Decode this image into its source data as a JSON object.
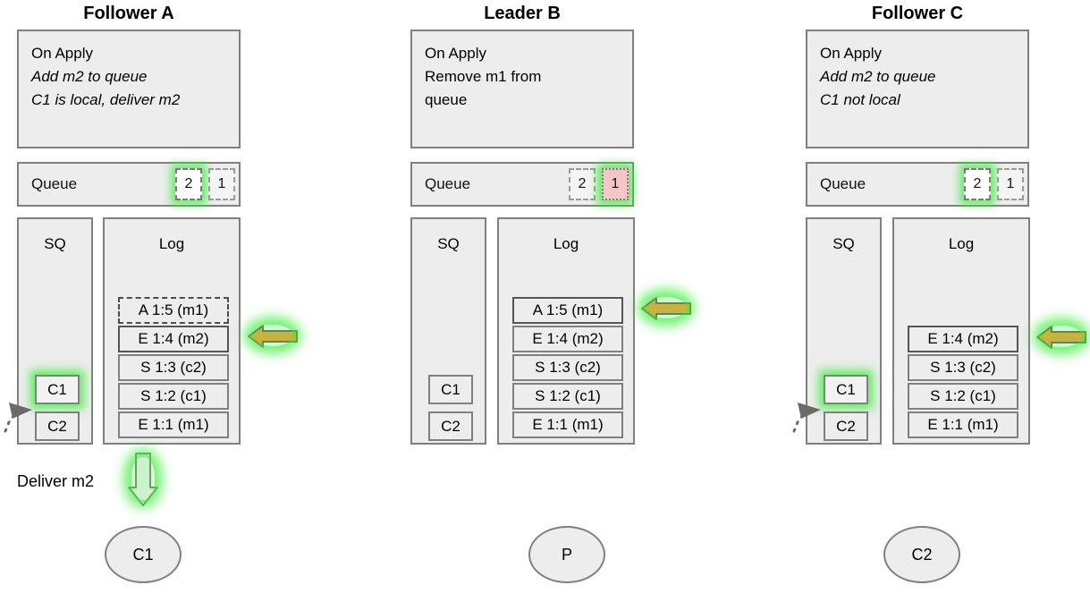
{
  "diagram": {
    "title_bar": [
      "Follower A",
      "Leader B",
      "Follower C"
    ],
    "columns": [
      {
        "id": "follower-a",
        "title": "Follower A",
        "apply": {
          "heading": "On Apply",
          "lines": [
            {
              "text": "Add m2 to queue",
              "italic": true
            },
            {
              "text": "C1 is local, deliver m2",
              "italic": true
            }
          ]
        },
        "queue": {
          "label": "Queue",
          "slots": [
            {
              "value": "2",
              "style": "active"
            },
            {
              "value": "1",
              "style": "dashed"
            }
          ]
        },
        "sq": {
          "title": "SQ",
          "items": [
            {
              "label": "C1",
              "style": "glow"
            },
            {
              "label": "C2",
              "style": "plain"
            }
          ],
          "incoming_arrow": "dotted-arrow-to-c1"
        },
        "log": {
          "title": "Log",
          "entries": [
            {
              "text": "A 1:5 (m1)",
              "style": "dashed"
            },
            {
              "text": "E 1:4 (m2)",
              "style": "highlight"
            },
            {
              "text": "S 1:3 (c2)",
              "style": "plain"
            },
            {
              "text": "S 1:2 (c1)",
              "style": "plain"
            },
            {
              "text": "E 1:1 (m1)",
              "style": "plain"
            }
          ],
          "pointer_arrow": {
            "target": "E 1:4 (m2)",
            "color": "#f5a142",
            "glow": "#3ceb3c"
          }
        },
        "deliver": {
          "label": "Deliver m2",
          "arrow": "down-arrow-glow"
        },
        "client": {
          "label": "C1"
        }
      },
      {
        "id": "leader-b",
        "title": "Leader B",
        "apply": {
          "heading": "On Apply",
          "lines": [
            {
              "text": "Remove m1 from",
              "italic": false
            },
            {
              "text": "queue",
              "italic": false
            }
          ]
        },
        "queue": {
          "label": "Queue",
          "slots": [
            {
              "value": "2",
              "style": "dashed"
            },
            {
              "value": "1",
              "style": "pinkactive"
            }
          ]
        },
        "sq": {
          "title": "SQ",
          "items": [
            {
              "label": "C1",
              "style": "plain"
            },
            {
              "label": "C2",
              "style": "plain"
            }
          ],
          "incoming_arrow": null
        },
        "log": {
          "title": "Log",
          "entries": [
            {
              "text": "A 1:5 (m1)",
              "style": "highlight"
            },
            {
              "text": "E 1:4 (m2)",
              "style": "plain"
            },
            {
              "text": "S 1:3 (c2)",
              "style": "plain"
            },
            {
              "text": "S 1:2 (c1)",
              "style": "plain"
            },
            {
              "text": "E 1:1 (m1)",
              "style": "plain"
            }
          ],
          "pointer_arrow": {
            "target": "A 1:5 (m1)",
            "color": "#f5a142",
            "glow": "#3ceb3c"
          }
        },
        "deliver": null,
        "client": {
          "label": "P"
        }
      },
      {
        "id": "follower-c",
        "title": "Follower C",
        "apply": {
          "heading": "On Apply",
          "lines": [
            {
              "text": "Add m2 to queue",
              "italic": true
            },
            {
              "text": "C1 not local",
              "italic": true
            }
          ]
        },
        "queue": {
          "label": "Queue",
          "slots": [
            {
              "value": "2",
              "style": "active"
            },
            {
              "value": "1",
              "style": "dashed"
            }
          ]
        },
        "sq": {
          "title": "SQ",
          "items": [
            {
              "label": "C1",
              "style": "glow"
            },
            {
              "label": "C2",
              "style": "plain"
            }
          ],
          "incoming_arrow": "dotted-arrow-to-c1"
        },
        "log": {
          "title": "Log",
          "entries": [
            {
              "text": "E 1:4 (m2)",
              "style": "highlight"
            },
            {
              "text": "S 1:3 (c2)",
              "style": "plain"
            },
            {
              "text": "S 1:2 (c1)",
              "style": "plain"
            },
            {
              "text": "E 1:1 (m1)",
              "style": "plain"
            }
          ],
          "pointer_arrow": {
            "target": "E 1:4 (m2)",
            "color": "#f5a142",
            "glow": "#3ceb3c"
          }
        },
        "deliver": null,
        "client": {
          "label": "C2"
        }
      }
    ],
    "colors": {
      "panel_fill": "#ededed",
      "panel_border": "#808080",
      "arrow_orange": "#f5a142",
      "arrow_outline": "#666666",
      "glow_green": "#3ceb3c",
      "queue_pink": "#f6c6c6",
      "background": "#ffffff"
    }
  }
}
